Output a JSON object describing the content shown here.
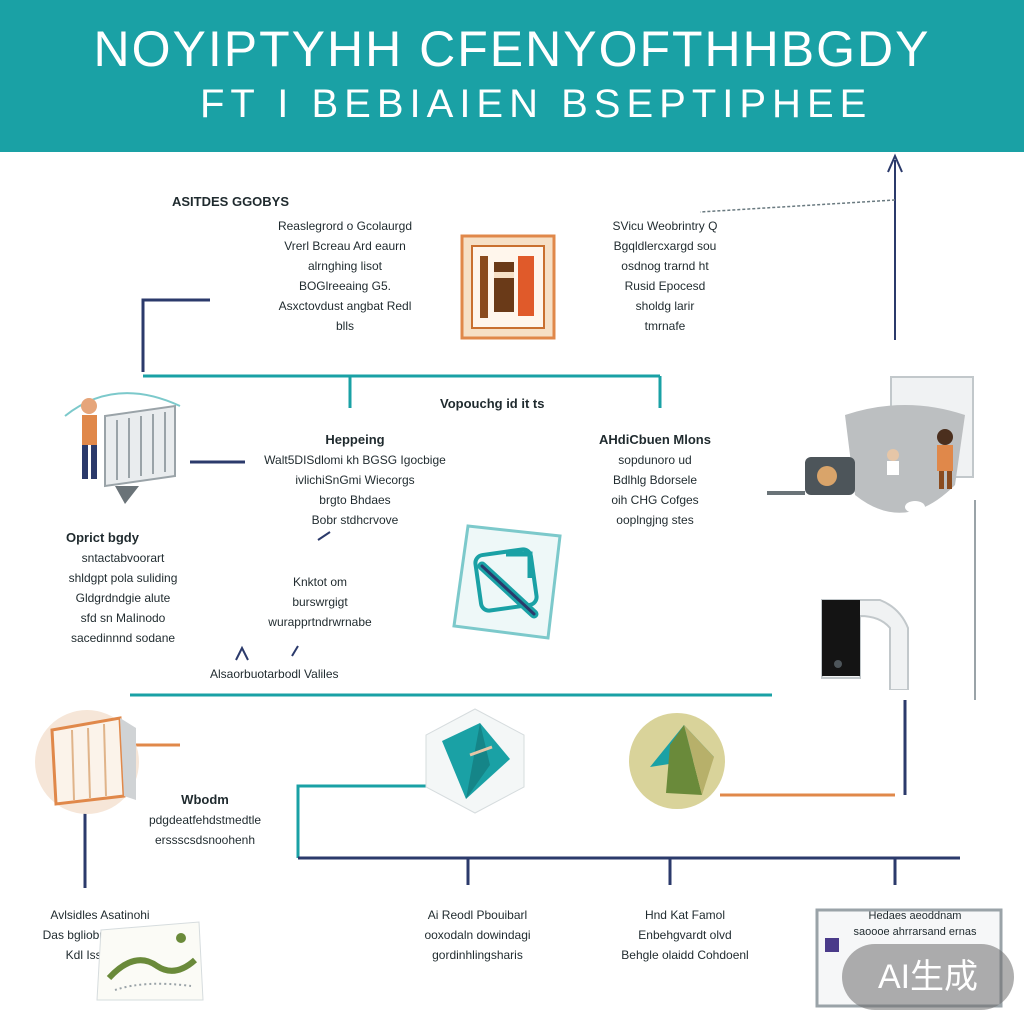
{
  "banner": {
    "title": "NOYIPTYHH CFENYOFTHHBGDY",
    "subtitle": "FT I BEBIAIEN BSEPTIPHEE"
  },
  "colors": {
    "teal": "#1aa1a5",
    "navy": "#2b3a6b",
    "orange": "#e0884a",
    "khaki": "#d9d39a"
  },
  "labels": {
    "top_left": {
      "heading": "ASITDES GGOBYS",
      "lines": [
        "Reaslegrord o Gcolaurgd",
        "Vrerl Bcreau Ard eaurn",
        "alrnghing lisot",
        "BOGlreeaing G5.",
        "Asxctovdust angbat Redl",
        "blls"
      ]
    },
    "top_right": {
      "lines": [
        "SVicu Weobrintry Q",
        "Bgqldlercxargd sou",
        "osdnog trarnd ht",
        "Rusid Epocesd",
        "sholdg larir",
        "tmrnafe"
      ]
    },
    "mid_center_title": "Vopouchg id it ts",
    "mid_left": {
      "heading": "Heppeing",
      "lines": [
        "Walt5DISdlomi kh BGSG Igocbige",
        "ivlichiSnGmi Wiecorgs",
        "brgto Bhdaes",
        "Bobr stdhcrvove"
      ]
    },
    "mid_right": {
      "heading": "AHdiCbuen Mlons",
      "lines": [
        "sopdunoro ud",
        "Bdlhlg Bdorsele",
        "oih CHG Cofges",
        "ooplngjng stes"
      ]
    },
    "left_block": {
      "heading": "Oprict bgdy",
      "lines": [
        "sntactabvoorart",
        "shldgpt pola suliding",
        "Gldgrdndgie alute",
        "sfd sn MaIinodo",
        "sacedinnnd sodane"
      ]
    },
    "center_block": {
      "lines": [
        "Knktot om",
        "burswrgigt",
        "wurapprtndrwrnabe"
      ]
    },
    "center_caption": "Alsaorbuotarbodl Valiles",
    "lower_left": {
      "heading": "Wbodm",
      "lines": [
        "pdgdeatfehdstmedtle",
        "erssscsdsnoohenh"
      ]
    },
    "bottom_1": {
      "lines": [
        "Avlsidles Asatinohi",
        "Das bgliobrnater Adol",
        "Kdl Isshe ihe"
      ]
    },
    "bottom_2": {
      "lines": [
        "Ai Reodl Pbouibarl",
        "ooxodaln dowindagi",
        "gordinhlingsharis"
      ]
    },
    "bottom_3": {
      "lines": [
        "Hnd Kat Famol",
        "Enbehgvardt olvd",
        "Behgle olaidd Cohdoenl"
      ]
    },
    "bottom_4": {
      "lines": [
        "Hedaes aeoddnam",
        "saoooe ahrrarsand ernas"
      ]
    }
  },
  "icons": {
    "top_center": "certificate-icon",
    "left_top": "worker-server-icon",
    "right_top": "people-shield-icon",
    "center": "teal-tool-icon",
    "right_mid": "door-frame-icon",
    "lower_left": "cabinet-icon",
    "lower_center": "teal-hexagon-icon",
    "lower_right": "khaki-disc-icon",
    "bottom_left": "drawing-card-icon",
    "bottom_right": "document-card-icon"
  },
  "watermark": "AI生成"
}
